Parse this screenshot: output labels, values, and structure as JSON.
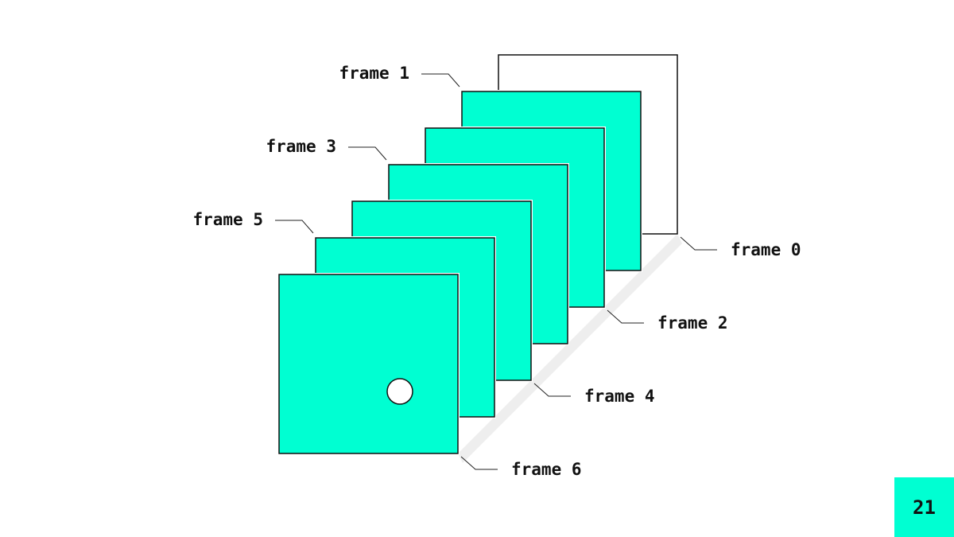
{
  "colors": {
    "frame_fill": "#00FFD2",
    "empty_frame_fill": "#FFFFFF",
    "outline": "#111111",
    "shadow": "#EEEEEE",
    "badge": "#00FFD2"
  },
  "frames": [
    {
      "label": "frame 0",
      "filled": false,
      "has_dot": false
    },
    {
      "label": "frame 1",
      "filled": true,
      "has_dot": false
    },
    {
      "label": "frame 2",
      "filled": true,
      "has_dot": false
    },
    {
      "label": "frame 3",
      "filled": true,
      "has_dot": false
    },
    {
      "label": "frame 4",
      "filled": true,
      "has_dot": false
    },
    {
      "label": "frame 5",
      "filled": true,
      "has_dot": false
    },
    {
      "label": "frame 6",
      "filled": true,
      "has_dot": true
    }
  ],
  "page": {
    "number": "21"
  }
}
